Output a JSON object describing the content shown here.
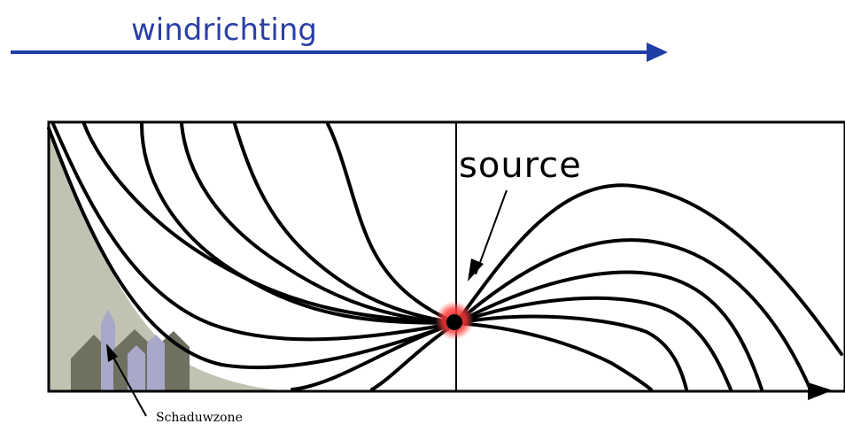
{
  "wind": {
    "label": "windrichting",
    "arrow_color": "#1f3ea6",
    "label_color": "#2b3fa8"
  },
  "source": {
    "label": "source",
    "glow_color": "#ff2a2a"
  },
  "shadow_zone": {
    "label": "Schaduwzone",
    "fill_color": "#c2c2b2",
    "building_dark": "#707060",
    "building_light": "#a8a8c8"
  }
}
